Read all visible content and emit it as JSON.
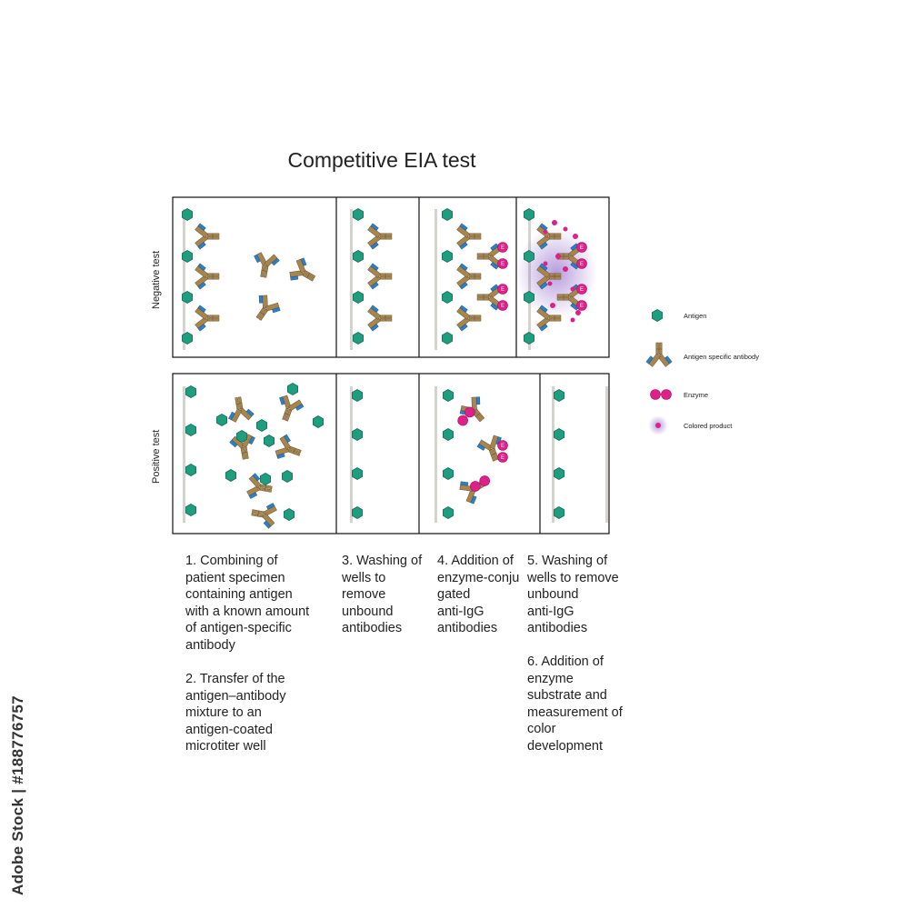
{
  "title": "Competitive EIA test",
  "rows": {
    "negative_label": "Negative test",
    "positive_label": "Positive test"
  },
  "steps": {
    "step1": "1. Combining of\npatient specimen\ncontaining antigen\nwith a known amount\nof antigen-specific\nantibody",
    "step2": "2. Transfer of the\nantigen–antibody\nmixture to an\nantigen-coated\nmicrotiter well",
    "step3": "3. Washing of\nwells to\nremove\nunbound\nantibodies",
    "step4": "4. Addition of\nenzyme-conju\ngated\nanti-IgG\nantibodies",
    "step5": "5. Washing of\nwells to remove\nunbound\nanti-IgG\nantibodies",
    "step6": "6. Addition of\nenzyme\nsubstrate and\nmeasurement of\ncolor\ndevelopment"
  },
  "legend": {
    "antigen": "Antigen",
    "antibody": "Antigen specific antibody",
    "enzyme": "Enzyme",
    "colored_product": "Colored product"
  },
  "enzyme_letter": "E",
  "credit": "Adobe Stock | #188776757",
  "colors": {
    "antigen": "#1f9e7f",
    "antibody_heavy": "#a6854f",
    "antibody_light": "#2f7fc4",
    "enzyme": "#e0208a",
    "product_glow": "#7b4cc0",
    "frame": "#222222"
  }
}
